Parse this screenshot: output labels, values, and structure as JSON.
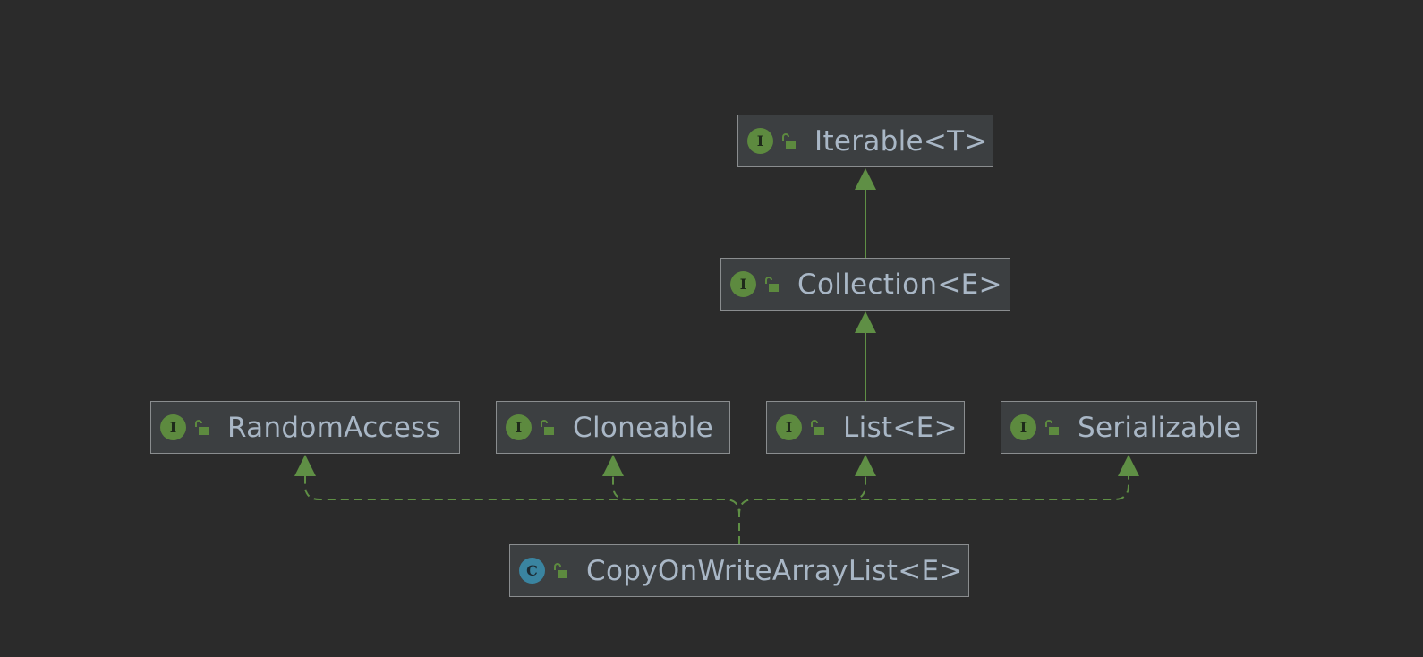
{
  "colors": {
    "background": "#2b2b2b",
    "node_fill": "#3c3f41",
    "node_border": "#8a8d8f",
    "text": "#a9b7c6",
    "edge": "#5f8f45",
    "interface_badge": "#5d8a3f",
    "class_badge": "#3a84a0"
  },
  "nodes": {
    "iterable": {
      "label": "Iterable<T>",
      "badge": "I",
      "kind": "interface"
    },
    "collection": {
      "label": "Collection<E>",
      "badge": "I",
      "kind": "interface"
    },
    "random_access": {
      "label": "RandomAccess",
      "badge": "I",
      "kind": "interface"
    },
    "cloneable": {
      "label": "Cloneable",
      "badge": "I",
      "kind": "interface"
    },
    "list": {
      "label": "List<E>",
      "badge": "I",
      "kind": "interface"
    },
    "serializable": {
      "label": "Serializable",
      "badge": "I",
      "kind": "interface"
    },
    "copy_on_write": {
      "label": "CopyOnWriteArrayList<E>",
      "badge": "C",
      "kind": "class"
    }
  },
  "edges": [
    {
      "from": "collection",
      "to": "iterable",
      "style": "solid"
    },
    {
      "from": "list",
      "to": "collection",
      "style": "solid"
    },
    {
      "from": "copy_on_write",
      "to": "random_access",
      "style": "dashed"
    },
    {
      "from": "copy_on_write",
      "to": "cloneable",
      "style": "dashed"
    },
    {
      "from": "copy_on_write",
      "to": "list",
      "style": "dashed"
    },
    {
      "from": "copy_on_write",
      "to": "serializable",
      "style": "dashed"
    }
  ]
}
